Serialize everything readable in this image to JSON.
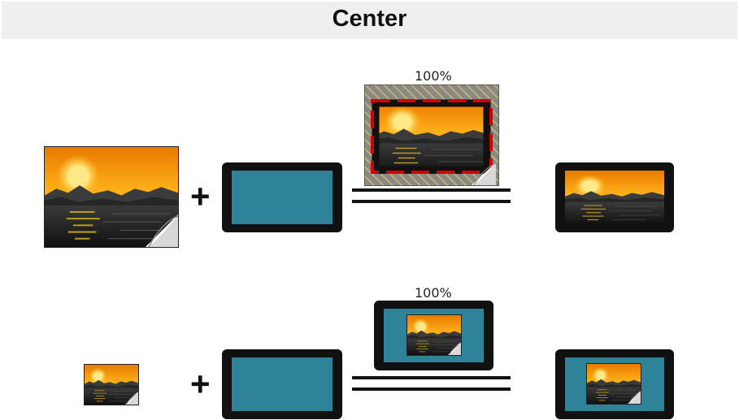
{
  "title": "Center",
  "rows": [
    {
      "zoom_label": "100%"
    },
    {
      "zoom_label": "100%"
    }
  ],
  "colors": {
    "screen": "#2e8399",
    "frame": "#111111",
    "crop_outline": "#d40000",
    "header_bg": "#efefef"
  },
  "icons": [
    "landscape-image-icon",
    "plus-icon",
    "equals-icon",
    "monitor-icon"
  ]
}
